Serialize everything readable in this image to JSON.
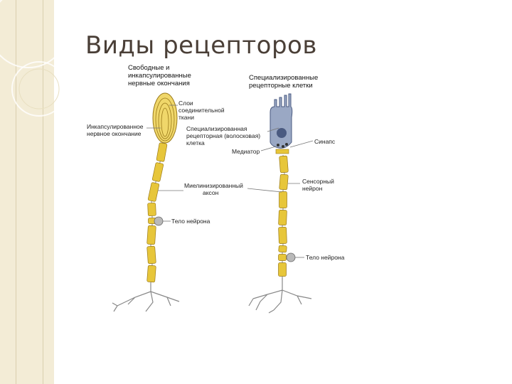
{
  "slide": {
    "title": "Виды рецепторов"
  },
  "theme": {
    "sidebar_color": "#f3ecd6",
    "axon_color": "#e7c63a",
    "cell_color": "#9aa8c4",
    "line_color": "#777777"
  },
  "diagram": {
    "headers": {
      "left": [
        "Свободные и",
        "инкапсулированные",
        "нервные окончания"
      ],
      "right": [
        "Специализированные",
        "рецепторные клетки"
      ]
    },
    "labels": {
      "connective_layer": [
        "Слои",
        "соединительной",
        "ткани"
      ],
      "encapsulated_ending": [
        "Инкапсулированное",
        "нервное окончание"
      ],
      "specialized_cell": [
        "Специализированная",
        "рецепторная (волосковая)",
        "клетка"
      ],
      "mediator": "Медиатор",
      "synapse": "Синапс",
      "myelinated_axon": [
        "Миелинизированный",
        "аксон"
      ],
      "sensory_neuron": [
        "Сенсорный",
        "нейрон"
      ],
      "neuron_body_left": "Тело нейрона",
      "neuron_body_right": "Тело нейрона"
    }
  }
}
